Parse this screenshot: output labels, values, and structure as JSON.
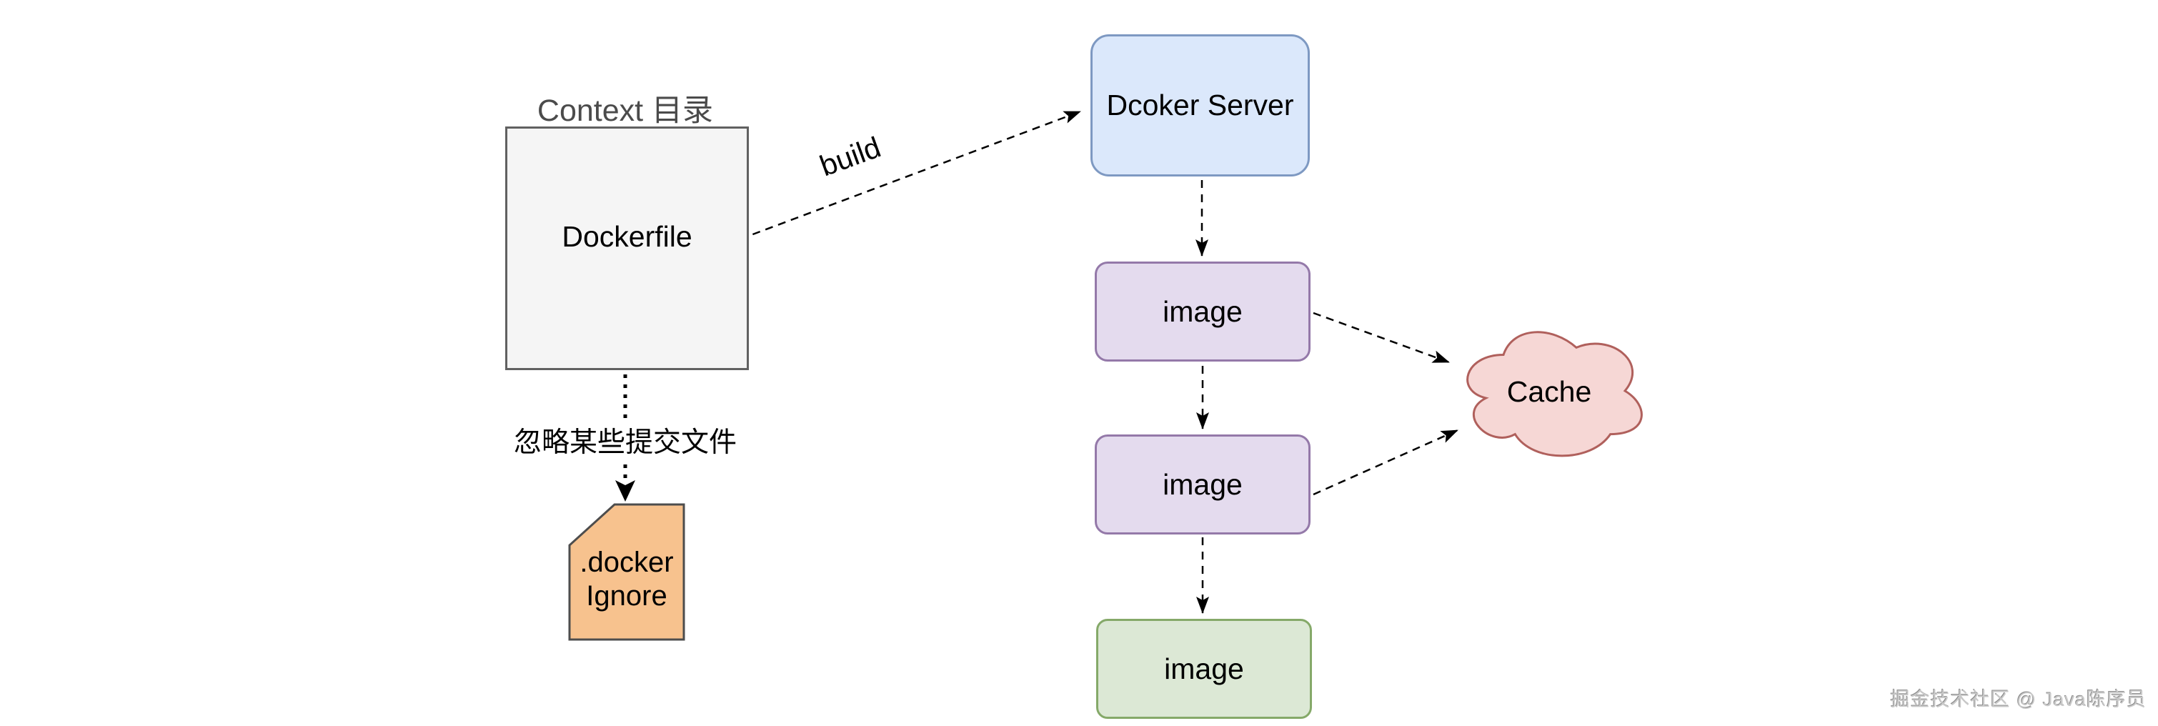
{
  "diagram": {
    "title": {
      "text": "Context 目录"
    },
    "nodes": {
      "dockerfile": {
        "label": "Dockerfile"
      },
      "docker_server": {
        "label": "Dcoker Server"
      },
      "image_1": {
        "label": "image"
      },
      "image_2": {
        "label": "image"
      },
      "image_3": {
        "label": "image"
      },
      "cache": {
        "label": "Cache"
      },
      "dockerignore": {
        "label_line1": ".docker",
        "label_line2": "Ignore"
      }
    },
    "edges": {
      "build": {
        "label": "build"
      },
      "ignore": {
        "label": "忽略某些提交文件"
      }
    },
    "watermark": {
      "text": "掘金技术社区 @ Java陈序员"
    },
    "colors": {
      "context_fill": "#f5f5f5",
      "context_stroke": "#616161",
      "server_fill": "#dbe8fb",
      "server_stroke": "#7e99c2",
      "image_fill": "#e4dbee",
      "image_stroke": "#9479a9",
      "image_final_fill": "#dce8d5",
      "image_final_stroke": "#85a969",
      "dockerfile_fill": "#fff2cc",
      "dockerfile_stroke": "#d6b656",
      "dockerignore_fill": "#f7c28e",
      "dockerignore_stroke": "#4d4d4d",
      "cache_fill": "#f6d7d5",
      "cache_stroke": "#b0605c",
      "arrow": "#000000",
      "title_text": "#4b4b4b",
      "watermark_text": "#c9c9c9"
    }
  }
}
